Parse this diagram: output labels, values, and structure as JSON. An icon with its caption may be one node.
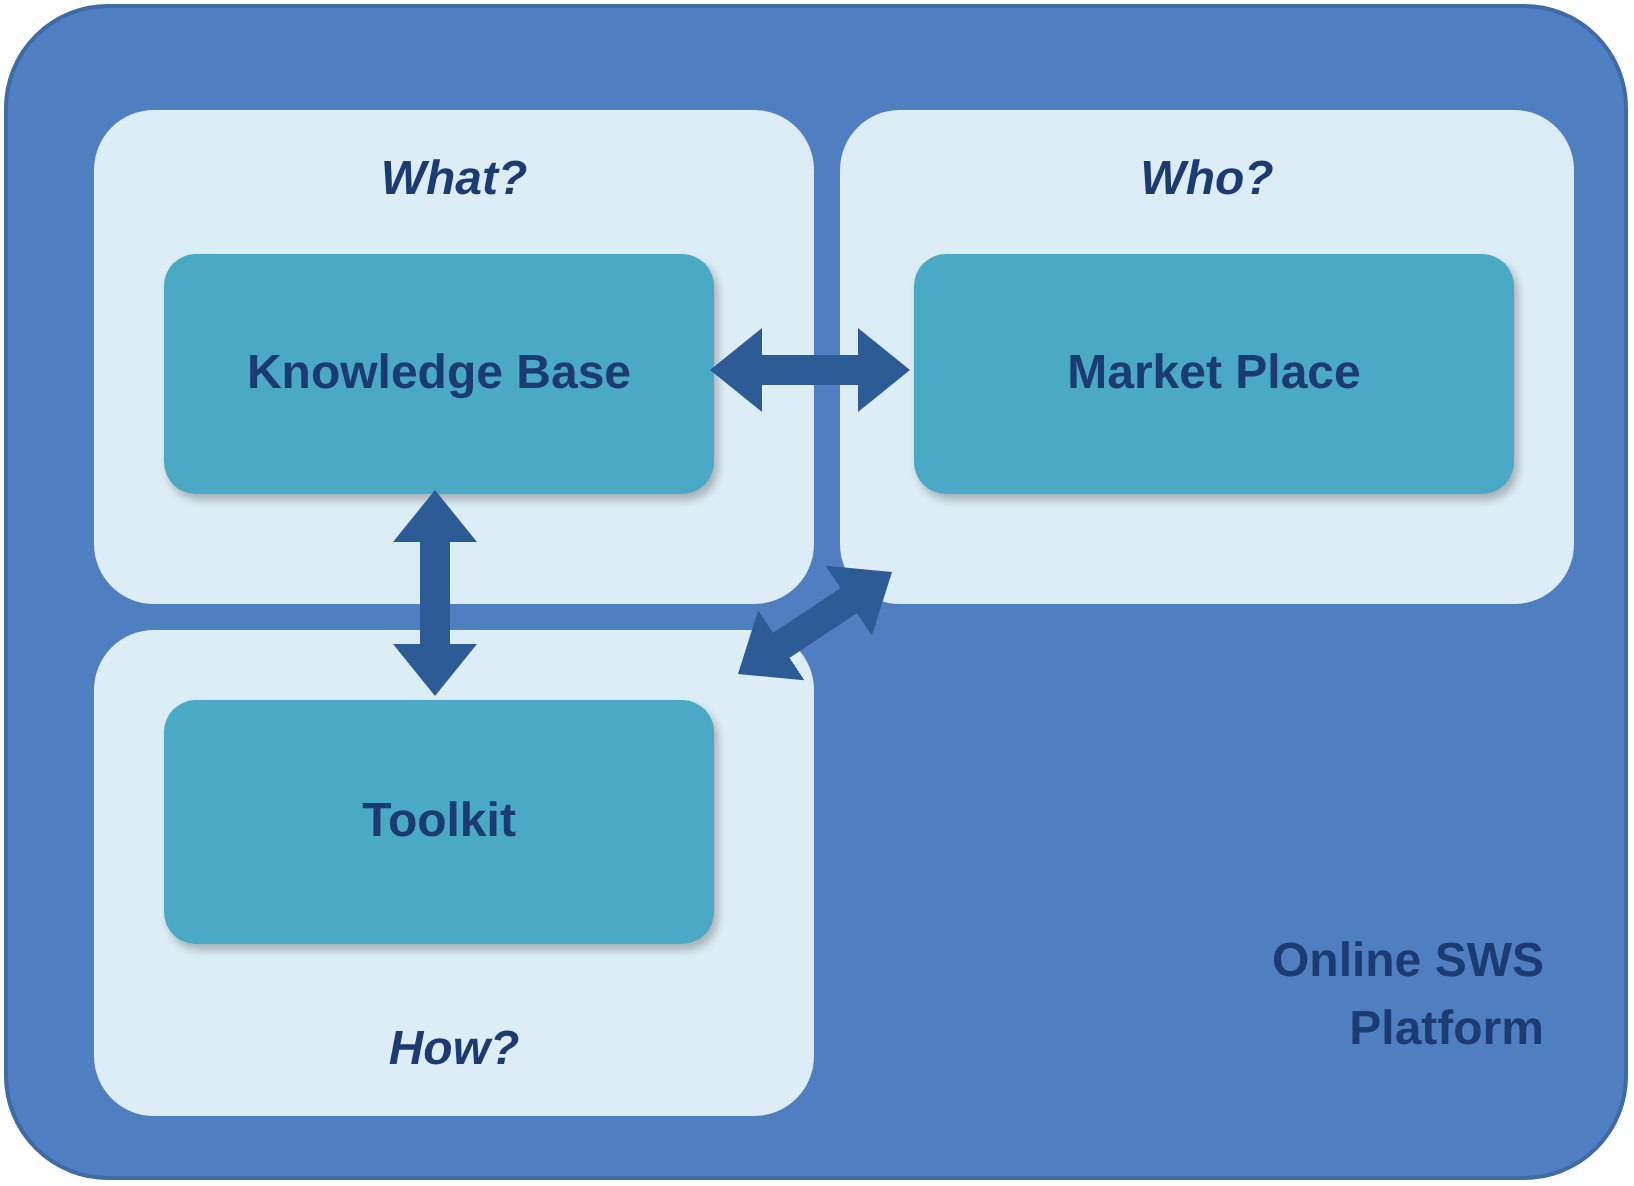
{
  "diagram": {
    "nodes": [
      {
        "text": [
          "Online SWS Platform"
        ]
      },
      {
        "text": [
          "What?"
        ],
        "in": 0
      },
      {
        "text": [
          "Knowledge Base"
        ],
        "in": 1
      },
      {
        "text": [
          "Who?"
        ],
        "in": 0
      },
      {
        "text": [
          "Market Place"
        ],
        "in": 3
      },
      {
        "text": [
          "How?"
        ],
        "in": 0
      },
      {
        "text": [
          "Toolkit"
        ],
        "in": 5
      }
    ],
    "edges": [
      {
        "from": 2,
        "to": 4,
        "arrow": "both"
      },
      {
        "from": 2,
        "to": 6,
        "arrow": "both"
      },
      {
        "from": 5,
        "to": 3,
        "arrow": "both"
      }
    ]
  }
}
